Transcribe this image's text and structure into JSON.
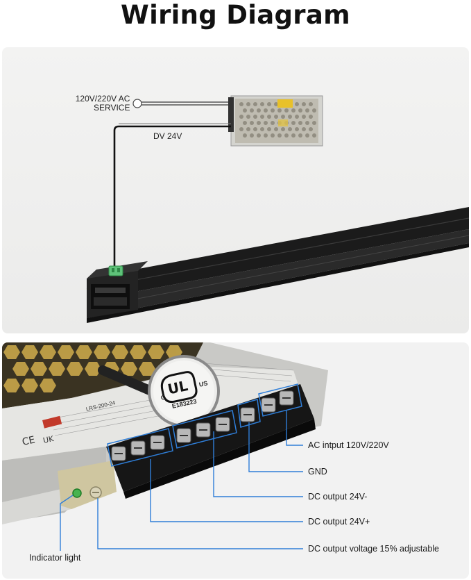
{
  "title": "Wiring Diagram",
  "top_panel": {
    "ac_label_line1": "120V/220V AC",
    "ac_label_line2": "SERVICE",
    "dc_label": "DV 24V"
  },
  "bottom_panel": {
    "psu_model": "LRS-200-24",
    "cert_mark": "E183223",
    "cert_letter_left": "C",
    "cert_letter_right": "US",
    "callouts": [
      {
        "label": "AC  intput 120V/220V"
      },
      {
        "label": "GND"
      },
      {
        "label": "DC  output 24V-"
      },
      {
        "label": "DC  output 24V+"
      },
      {
        "label": "DC output voltage 15% adjustable"
      },
      {
        "label": "Indicator light"
      }
    ]
  },
  "colors": {
    "callout_line": "#2f7ed8",
    "profile": "#1e1e1e",
    "connector_green": "#5fc27a"
  }
}
